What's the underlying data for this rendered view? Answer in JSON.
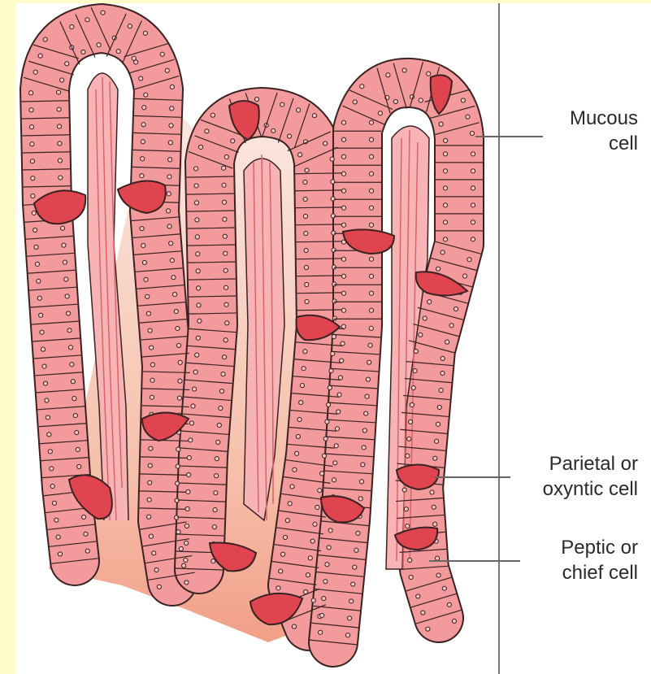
{
  "labels": {
    "mucous": "Mucous\ncell",
    "parietal": "Parietal or\noxyntic cell",
    "peptic": "Peptic or\nchief cell"
  },
  "colors": {
    "page_background": "#fdfbc9",
    "cell_fill": "#f29a9c",
    "cell_outline": "#3a2222",
    "special_cell_fill": "#e0454f",
    "lumen_fill": "#f8b4b4",
    "fiber_color": "#d9646a",
    "lamina_fill": "#f2a48a",
    "label_line": "#666666"
  }
}
